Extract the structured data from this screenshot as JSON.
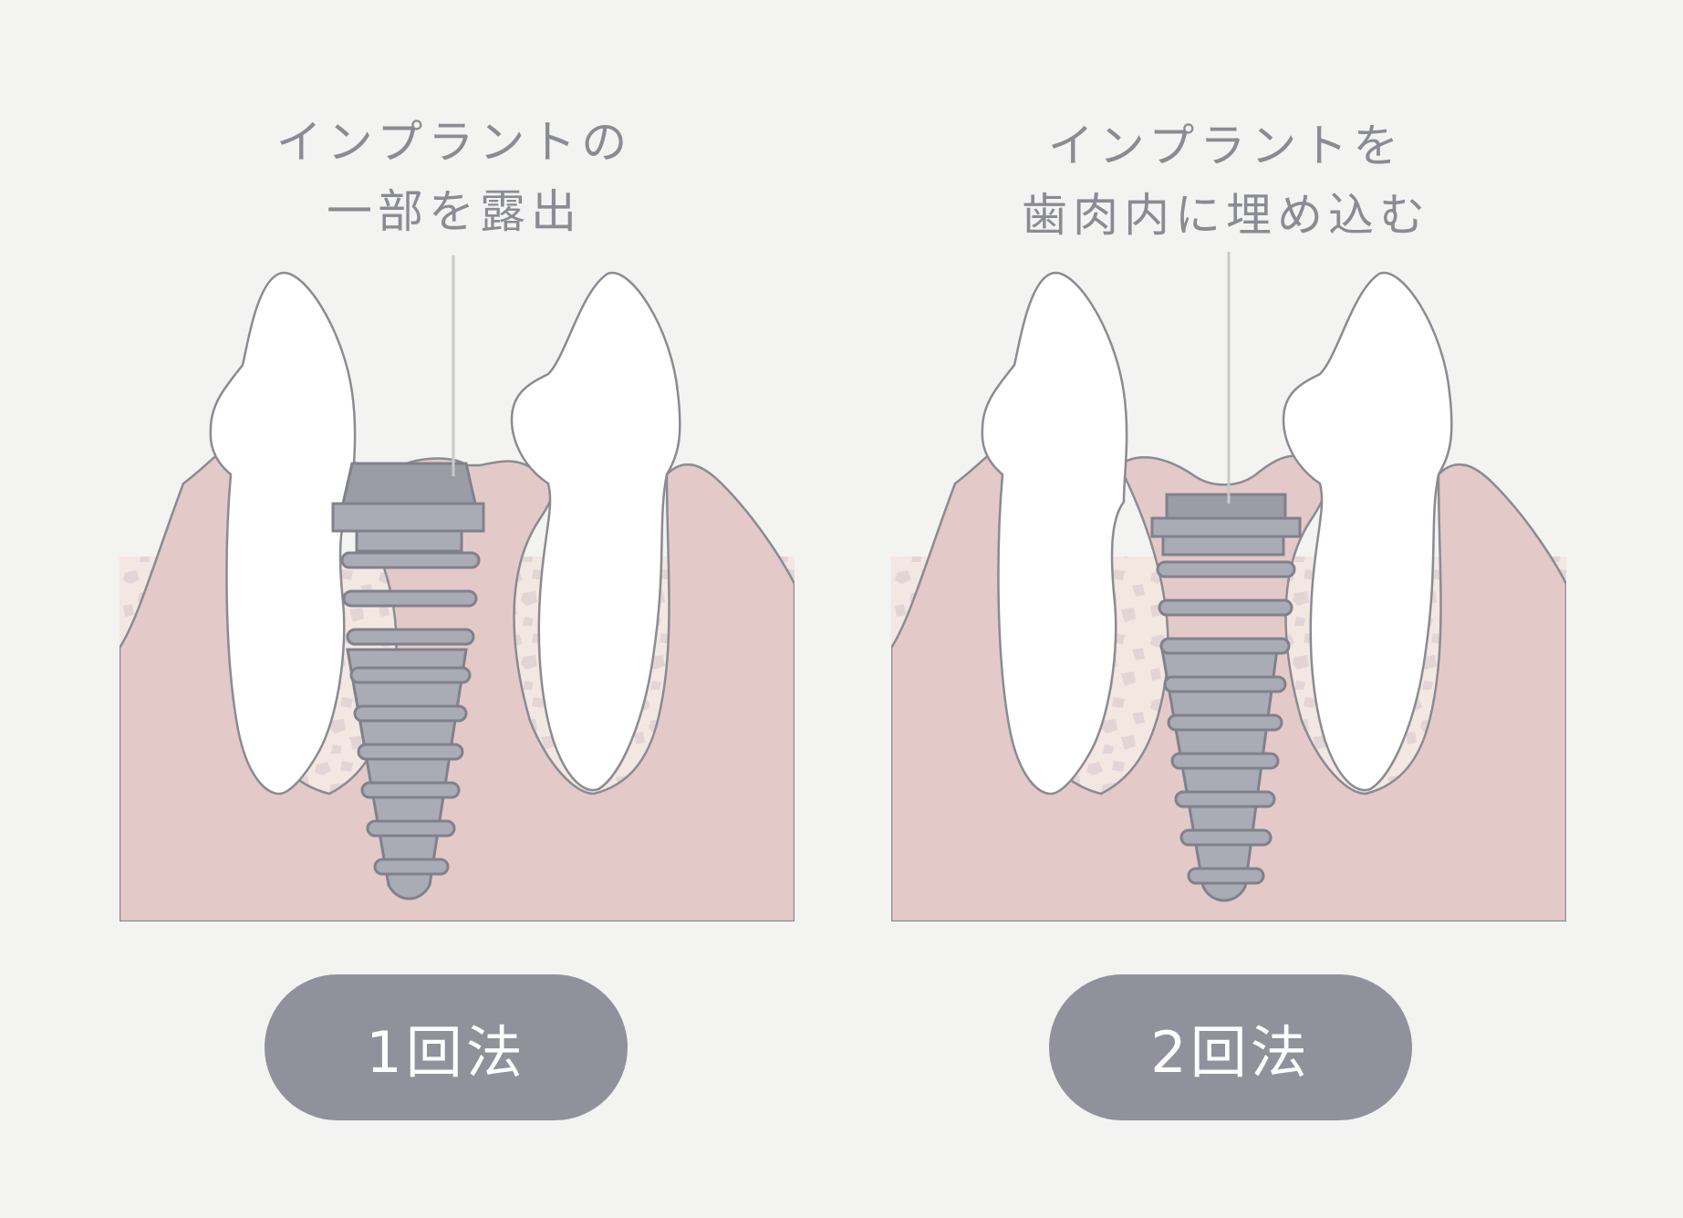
{
  "method1": {
    "caption_line1": "インプラントの",
    "caption_line2": "一部を露出",
    "label": "1回法"
  },
  "method2": {
    "caption_line1": "インプラントを",
    "caption_line2": "歯肉内に埋め込む",
    "label": "2回法"
  },
  "colors": {
    "background": "#f3f3f1",
    "gum": "#e4c9c9",
    "bone": "#f3e7e1",
    "bone_pores": "#e3d5d6",
    "implant": "#a9abb5",
    "implant_outline": "#80818b",
    "tooth": "#ffffff",
    "pill": "#90919b",
    "caption_text": "#8a8b93"
  }
}
